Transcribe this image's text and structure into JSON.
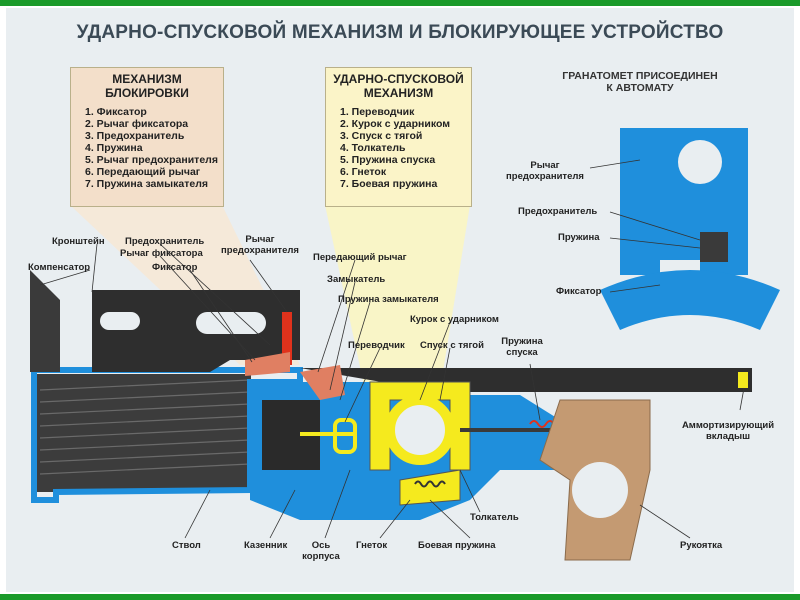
{
  "title": "УДАРНО-СПУСКОВОЙ МЕХАНИЗМ И БЛОКИРУЮЩЕЕ УСТРОЙСТВО",
  "locking_box": {
    "title_line1": "МЕХАНИЗМ",
    "title_line2": "БЛОКИРОВКИ",
    "items": [
      "1. Фиксатор",
      "2. Рычаг фиксатора",
      "3. Предохранитель",
      "4. Пружина",
      "5. Рычаг предохранителя",
      "6. Передающий рычаг",
      "7. Пружина замыкателя"
    ]
  },
  "trigger_box": {
    "title_line1": "УДАРНО-СПУСКОВОЙ",
    "title_line2": "МЕХАНИЗМ",
    "items": [
      "1. Переводчик",
      "2. Курок с ударником",
      "3. Спуск с тягой",
      "4. Толкатель",
      "5. Пружина спуска",
      "6. Гнеток",
      "7. Боевая пружина"
    ]
  },
  "right_header": {
    "line1": "ГРАНАТОМЕТ ПРИСОЕДИНЕН",
    "line2": "К АВТОМАТУ"
  },
  "right_labels": {
    "lever_l1": "Рычаг",
    "lever_l2": "предохранителя",
    "safety": "Предохранитель",
    "spring": "Пружина",
    "latch": "Фиксатор"
  },
  "labels": {
    "bracket": "Кронштейн",
    "compensator": "Компенсатор",
    "safety": "Предохранитель",
    "latch_lever": "Рычаг фиксатора",
    "latch": "Фиксатор",
    "safety_lever_l1": "Рычаг",
    "safety_lever_l2": "предохранителя",
    "transfer_lever": "Передающий рычаг",
    "closer": "Замыкатель",
    "closer_spring": "Пружина замыкателя",
    "hammer": "Курок с ударником",
    "selector": "Переводчик",
    "trigger_rod": "Спуск с тягой",
    "trigger_spring_l1": "Пружина",
    "trigger_spring_l2": "спуска",
    "damper_l1": "Аммортизирующий",
    "damper_l2": "вкладыш",
    "pusher": "Толкатель",
    "barrel": "Ствол",
    "breech": "Казенник",
    "axis_l1": "Ось",
    "axis_l2": "корпуса",
    "presser": "Гнеток",
    "mainspring": "Боевая пружина",
    "grip": "Рукоятка"
  },
  "colors": {
    "frame_blue": "#1f8fdc",
    "trigger_yellow": "#f5ea1e",
    "lever_red": "#e0321c",
    "grip_brown": "#c49a72",
    "steel_dark": "#3a3a3a",
    "box_fill": "#f3dfca",
    "trigger_box_fill": "#fbf4c8"
  }
}
